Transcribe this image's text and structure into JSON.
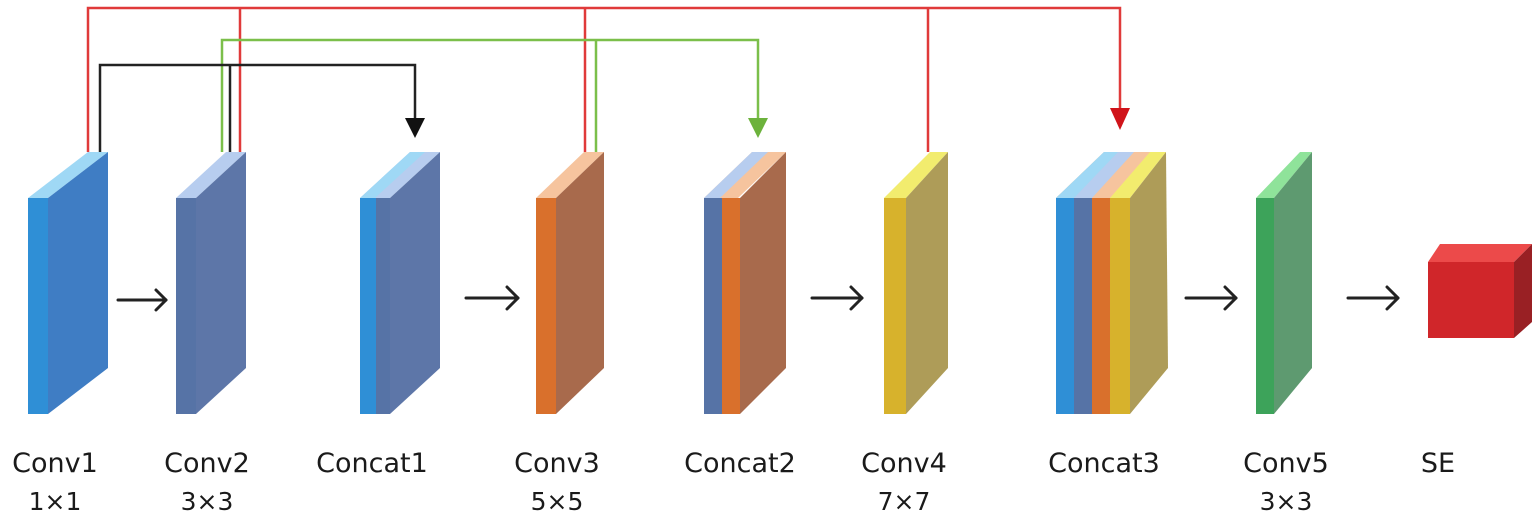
{
  "blocks": [
    {
      "id": "conv1",
      "name": "Conv1",
      "kernel": "1×1"
    },
    {
      "id": "conv2",
      "name": "Conv2",
      "kernel": "3×3"
    },
    {
      "id": "concat1",
      "name": "Concat1",
      "kernel": ""
    },
    {
      "id": "conv3",
      "name": "Conv3",
      "kernel": "5×5"
    },
    {
      "id": "concat2",
      "name": "Concat2",
      "kernel": ""
    },
    {
      "id": "conv4",
      "name": "Conv4",
      "kernel": "7×7"
    },
    {
      "id": "concat3",
      "name": "Concat3",
      "kernel": ""
    },
    {
      "id": "conv5",
      "name": "Conv5",
      "kernel": "3×3"
    },
    {
      "id": "se",
      "name": "SE",
      "kernel": ""
    }
  ],
  "colors": {
    "conv1": "#2f8fd6",
    "conv2": "#5a77a6",
    "conv3": "#d9702c",
    "conv4": "#d7b22c",
    "conv5": "#3da35a",
    "se": "#d0262a",
    "skip_red": "#e03a3a",
    "skip_black": "#222222",
    "skip_green": "#7bbf4a"
  }
}
